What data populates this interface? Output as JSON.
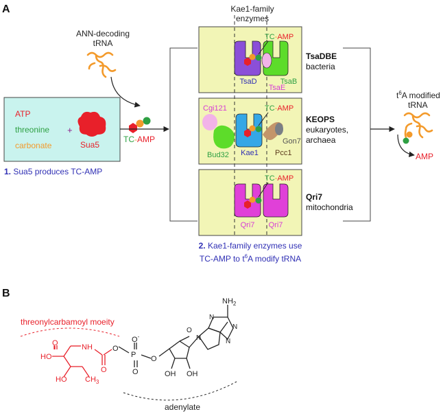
{
  "colors": {
    "red": "#e8202a",
    "green": "#2ea043",
    "orange": "#f39a2b",
    "blue": "#2f2fb4",
    "magenta": "#d63ad6",
    "purple": "#8b4fd8",
    "lime": "#5ddc2a",
    "sky": "#35a7e6",
    "tan": "#c4956a",
    "gray": "#7a7f86",
    "pink": "#f2b3e8",
    "panel_yellow": "#f2f5b6",
    "panel_cyan": "#c9f3ee"
  },
  "panel_a": {
    "letter": "A",
    "header": {
      "line1": "Kae1-family",
      "line2": "enzymes"
    },
    "ann_trna": {
      "line1": "ANN-decoding",
      "line2": "tRNA"
    },
    "substrates": {
      "atp": "ATP",
      "threonine": "threonine",
      "carbonate": "carbonate",
      "plus": "+",
      "enzyme": "Sua5"
    },
    "tc_amp_left": {
      "tc": "TC",
      "dash": "-",
      "amp": "AMP"
    },
    "step1": {
      "num": "1.",
      "text": "Sua5 produces  TC-AMP"
    },
    "tsadbe": {
      "title": "TsaDBE",
      "sub": "bacteria",
      "tc_amp": {
        "tc": "TC",
        "dash": "-",
        "amp": "AMP"
      },
      "tsad": "TsaD",
      "tsab": "TsaB",
      "tsae": "TsaE"
    },
    "keops": {
      "title": "KEOPS",
      "sub1": "eukaryotes,",
      "sub2": "archaea",
      "tc_amp": {
        "tc": "TC",
        "dash": "-",
        "amp": "AMP"
      },
      "cgi121": "Cgi121",
      "bud32": "Bud32",
      "kae1": "Kae1",
      "pcc1": "Pcc1",
      "gon7": "Gon7"
    },
    "qri7": {
      "title": "Qri7",
      "sub": "mitochondria",
      "tc_amp": {
        "tc": "TC",
        "dash": "-",
        "amp": "AMP"
      },
      "left": "Qri7",
      "right": "Qri7"
    },
    "step2": {
      "num": "2.",
      "line1": "Kae1-family enzymes use",
      "line2_a": "TC-AMP to t",
      "line2_sup": "6",
      "line2_b": "A modify tRNA"
    },
    "product": {
      "sup": "6",
      "t": "t",
      "rest": "A modified",
      "line2": "tRNA",
      "amp": "AMP"
    }
  },
  "panel_b": {
    "letter": "B",
    "moiety_label": "threonylcarbamoyl moeity",
    "adenylate_label": "adenylate",
    "atoms": {
      "nh2": "NH",
      "nh2_sub": "2",
      "ho_top": "HO",
      "nh": "NH",
      "o_acid": "O",
      "o_carbamoyl": "O",
      "o_link1": "O",
      "p": "P",
      "o_minus": "O",
      "minus": "-",
      "o_link2": "O",
      "o_pdbl": "O",
      "ho_bottom": "HO",
      "ch3": "CH",
      "ch3_sub": "3",
      "o_ring": "O",
      "oh1": "OH",
      "oh2": "OH",
      "n1": "N",
      "n2": "N",
      "n3": "N",
      "n4": "N"
    }
  }
}
